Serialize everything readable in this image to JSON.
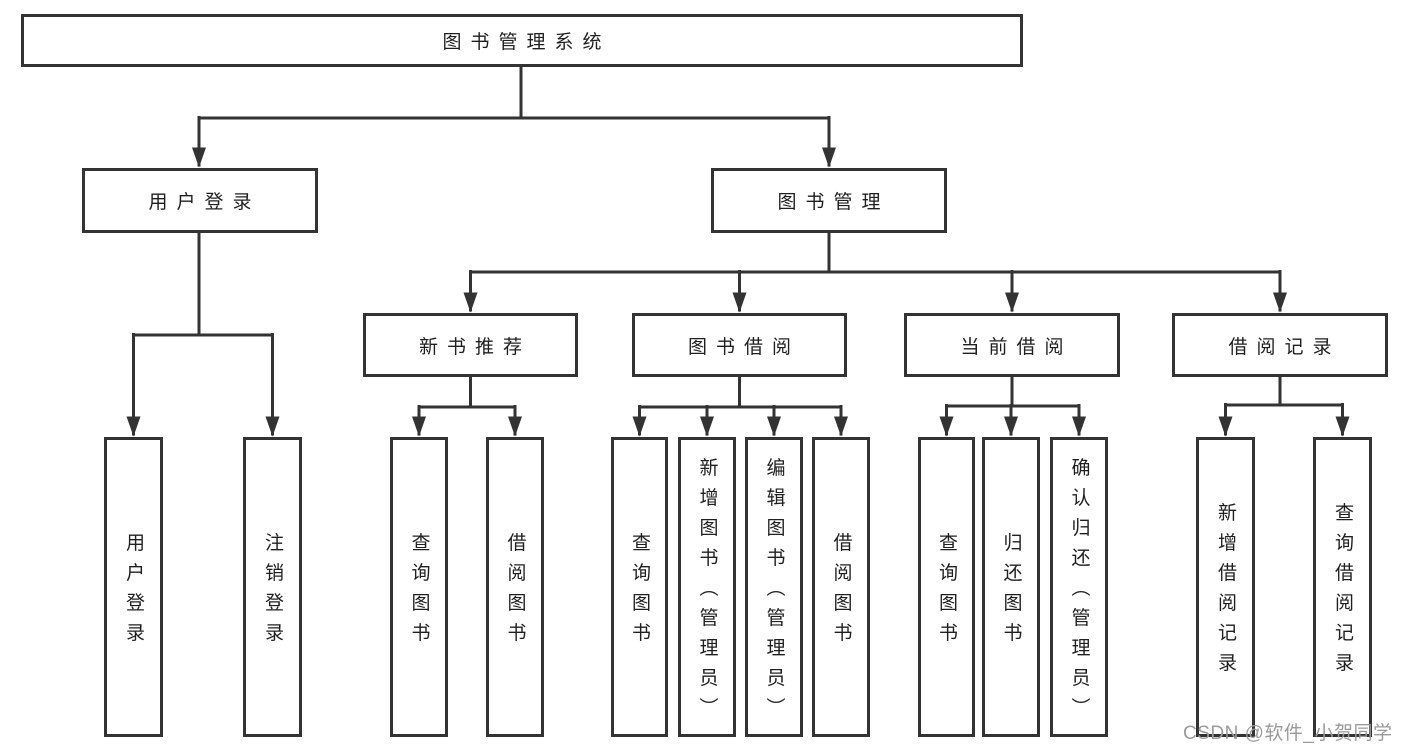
{
  "diagram": {
    "root": "图书管理系统",
    "level2": {
      "user_login": "用户登录",
      "book_mgmt": "图书管理"
    },
    "level3": {
      "new_book": "新书推荐",
      "book_borrow": "图书借阅",
      "current_borrow": "当前借阅",
      "borrow_record": "借阅记录"
    },
    "leaves": {
      "user_login": [
        "用户登录",
        "注销登录"
      ],
      "new_book": [
        "查询图书",
        "借阅图书"
      ],
      "book_borrow": [
        "查询图书",
        "新增图书（管理员）",
        "编辑图书（管理员）",
        "借阅图书"
      ],
      "current_borrow": [
        "查询图书",
        "归还图书",
        "确认归还（管理员）"
      ],
      "borrow_record": [
        "新增借阅记录",
        "查询借阅记录"
      ]
    }
  },
  "watermark": "CSDN @软件_小贺同学",
  "colors": {
    "line": "#333333",
    "text": "#1f1f1f",
    "watermark": "#9b9b9b",
    "background": "#ffffff"
  }
}
